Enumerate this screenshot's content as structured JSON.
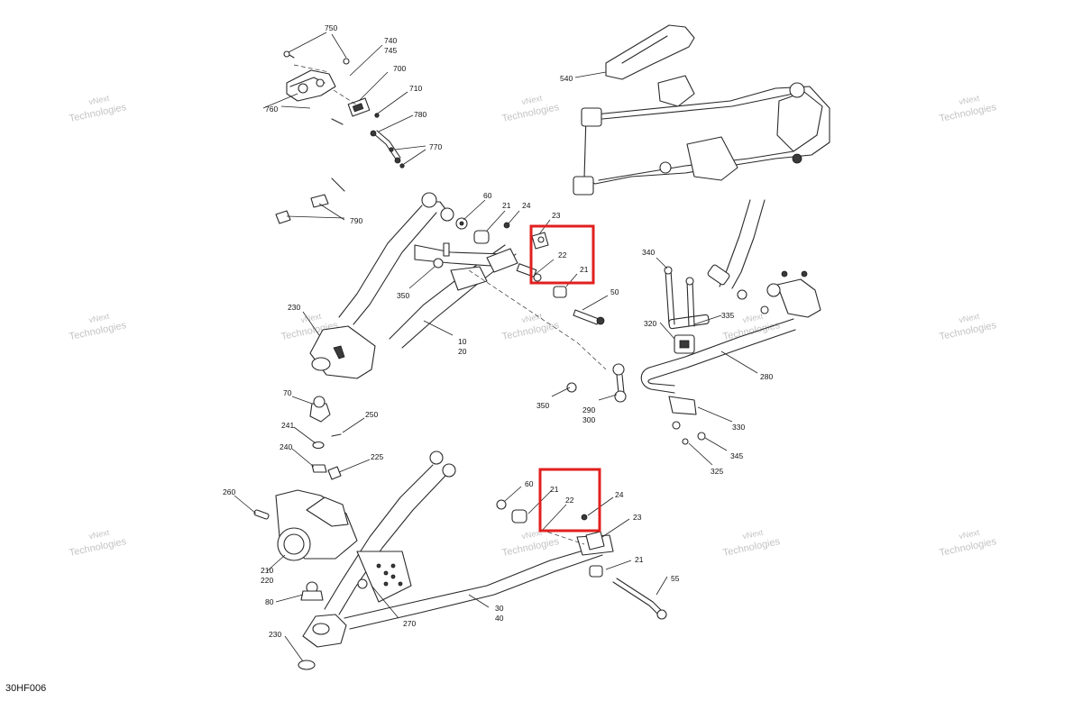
{
  "drawing_code": "30HF006",
  "watermark": {
    "line1": "vNext",
    "line2": "Technologies",
    "color": "#b8b8b8"
  },
  "highlight_color": "#e0201f",
  "callouts": [
    {
      "id": "c750",
      "text": "750"
    },
    {
      "id": "c740",
      "text": "740"
    },
    {
      "id": "c745",
      "text": "745"
    },
    {
      "id": "c700",
      "text": "700"
    },
    {
      "id": "c710",
      "text": "710"
    },
    {
      "id": "c760",
      "text": "760"
    },
    {
      "id": "c780",
      "text": "780"
    },
    {
      "id": "c770",
      "text": "770"
    },
    {
      "id": "c790",
      "text": "790"
    },
    {
      "id": "c540",
      "text": "540"
    },
    {
      "id": "c60a",
      "text": "60"
    },
    {
      "id": "c21a",
      "text": "21"
    },
    {
      "id": "c24a",
      "text": "24"
    },
    {
      "id": "c23a",
      "text": "23"
    },
    {
      "id": "c22a",
      "text": "22"
    },
    {
      "id": "c21b",
      "text": "21"
    },
    {
      "id": "c50",
      "text": "50"
    },
    {
      "id": "c350a",
      "text": "350"
    },
    {
      "id": "c230a",
      "text": "230"
    },
    {
      "id": "c10",
      "text": "10"
    },
    {
      "id": "c20",
      "text": "20"
    },
    {
      "id": "c340",
      "text": "340"
    },
    {
      "id": "c320",
      "text": "320"
    },
    {
      "id": "c335",
      "text": "335"
    },
    {
      "id": "c280",
      "text": "280"
    },
    {
      "id": "c350b",
      "text": "350"
    },
    {
      "id": "c290",
      "text": "290"
    },
    {
      "id": "c300",
      "text": "300"
    },
    {
      "id": "c330",
      "text": "330"
    },
    {
      "id": "c345",
      "text": "345"
    },
    {
      "id": "c325",
      "text": "325"
    },
    {
      "id": "c70",
      "text": "70"
    },
    {
      "id": "c250",
      "text": "250"
    },
    {
      "id": "c241",
      "text": "241"
    },
    {
      "id": "c240",
      "text": "240"
    },
    {
      "id": "c225",
      "text": "225"
    },
    {
      "id": "c260",
      "text": "260"
    },
    {
      "id": "c210",
      "text": "210"
    },
    {
      "id": "c220",
      "text": "220"
    },
    {
      "id": "c80",
      "text": "80"
    },
    {
      "id": "c230b",
      "text": "230"
    },
    {
      "id": "c270",
      "text": "270"
    },
    {
      "id": "c30",
      "text": "30"
    },
    {
      "id": "c40",
      "text": "40"
    },
    {
      "id": "c60b",
      "text": "60"
    },
    {
      "id": "c21c",
      "text": "21"
    },
    {
      "id": "c22b",
      "text": "22"
    },
    {
      "id": "c24b",
      "text": "24"
    },
    {
      "id": "c23b",
      "text": "23"
    },
    {
      "id": "c21d",
      "text": "21"
    },
    {
      "id": "c55",
      "text": "55"
    }
  ]
}
